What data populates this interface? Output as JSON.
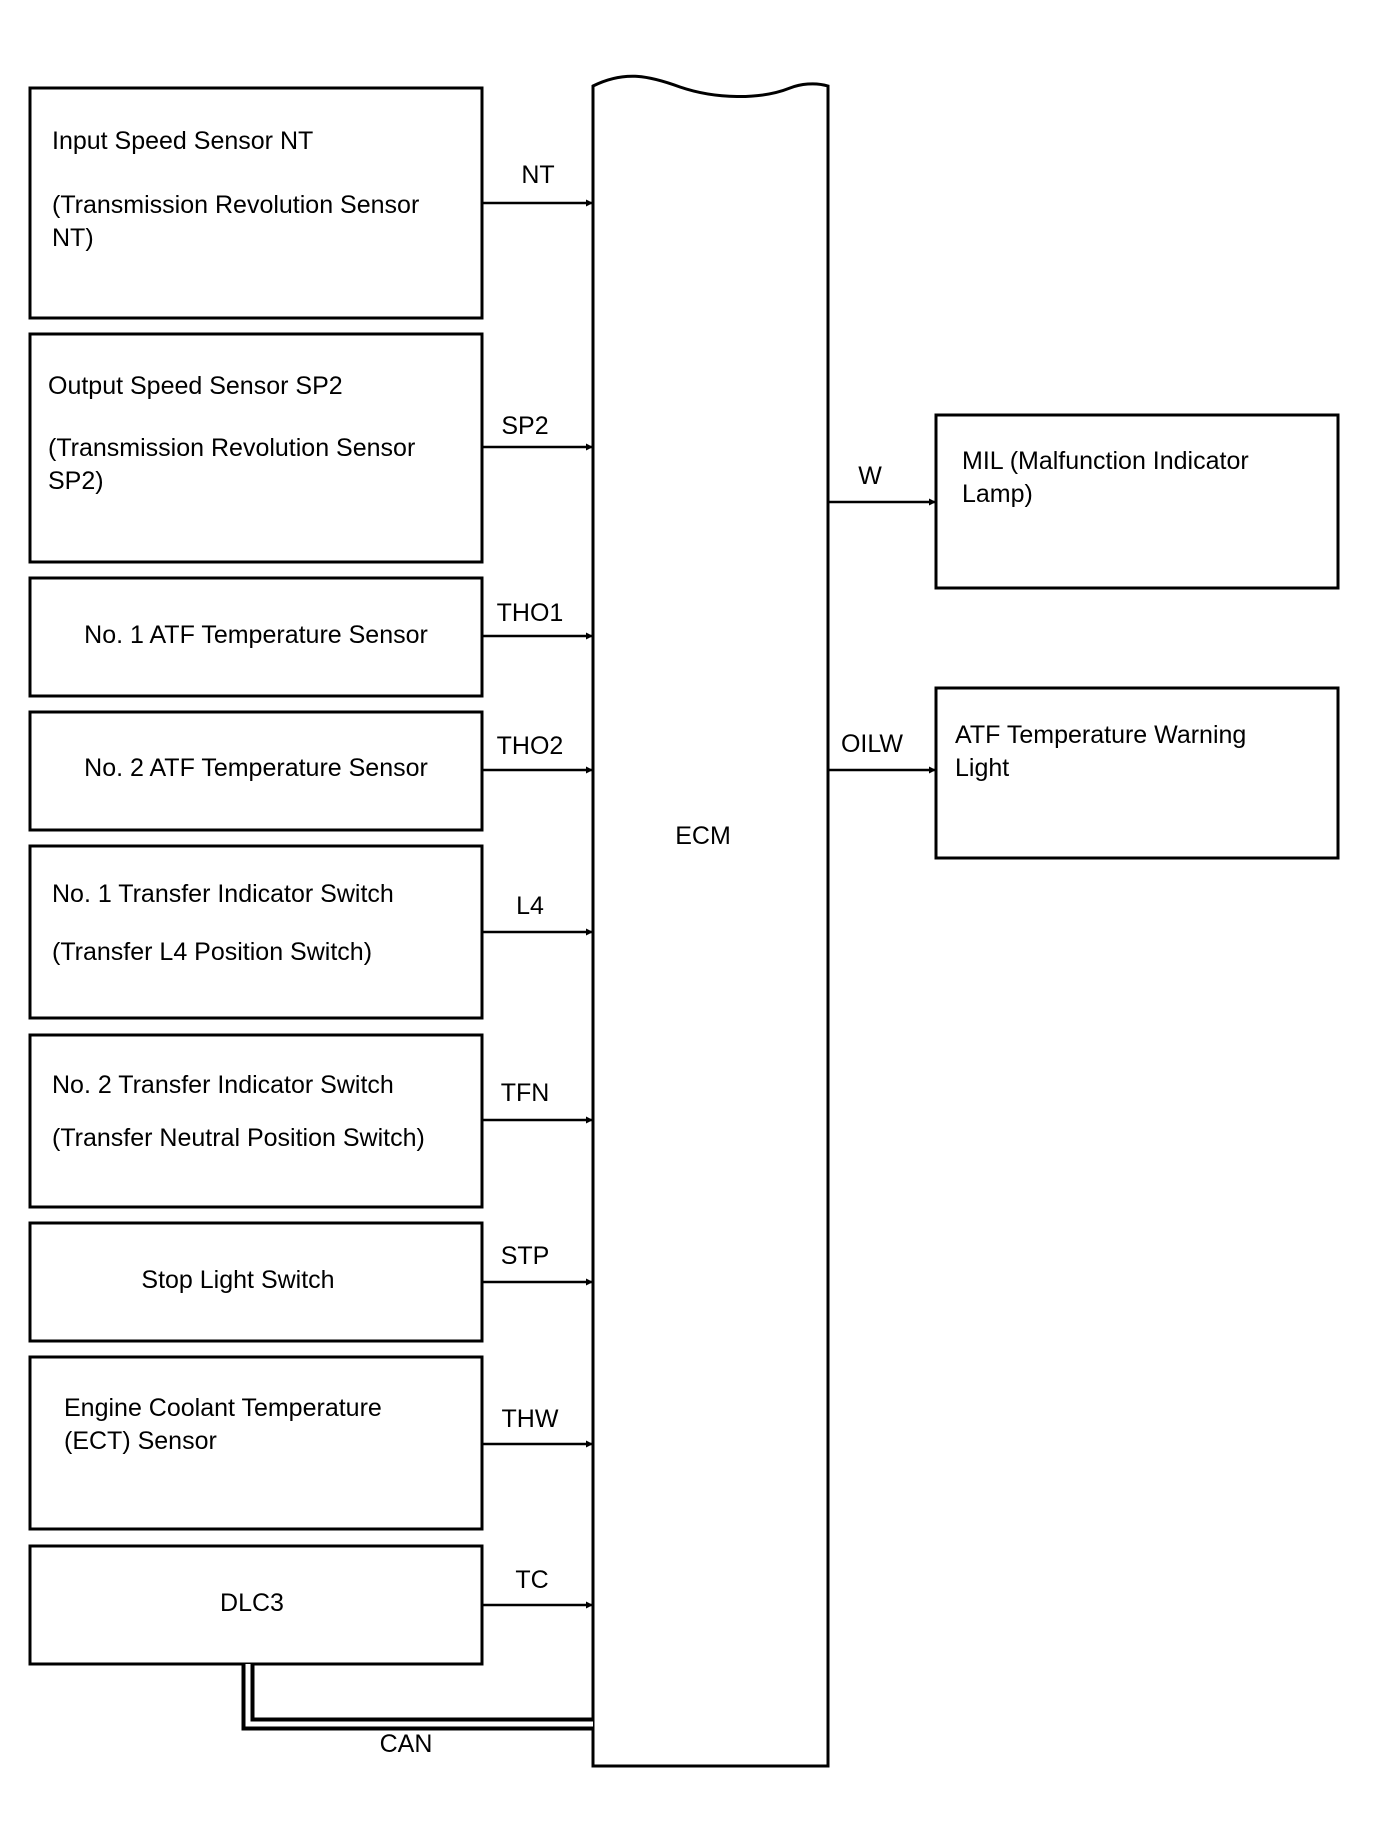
{
  "ecm": {
    "label": "ECM"
  },
  "inputs": [
    {
      "line1": "Input Speed Sensor NT",
      "line2": "(Transmission Revolution Sensor",
      "line3": "NT)",
      "signal": "NT"
    },
    {
      "line1": "Output Speed Sensor SP2",
      "line2": "(Transmission Revolution Sensor",
      "line3": "SP2)",
      "signal": "SP2"
    },
    {
      "line1": "No. 1 ATF Temperature Sensor",
      "signal": "THO1"
    },
    {
      "line1": "No. 2 ATF Temperature Sensor",
      "signal": "THO2"
    },
    {
      "line1": "No. 1 Transfer Indicator Switch",
      "line2": "(Transfer L4 Position Switch)",
      "signal": "L4"
    },
    {
      "line1": "No. 2 Transfer Indicator Switch",
      "line2": "(Transfer Neutral Position Switch)",
      "signal": "TFN"
    },
    {
      "line1": "Stop Light Switch",
      "signal": "STP"
    },
    {
      "line1": "Engine Coolant Temperature",
      "line2": "(ECT) Sensor",
      "signal": "THW"
    },
    {
      "line1": "DLC3",
      "signal": "TC"
    }
  ],
  "outputs": [
    {
      "line1": "MIL (Malfunction Indicator",
      "line2": "Lamp)",
      "signal": "W"
    },
    {
      "line1": "ATF Temperature Warning",
      "line2": "Light",
      "signal": "OILW"
    }
  ],
  "bus": {
    "label": "CAN"
  }
}
